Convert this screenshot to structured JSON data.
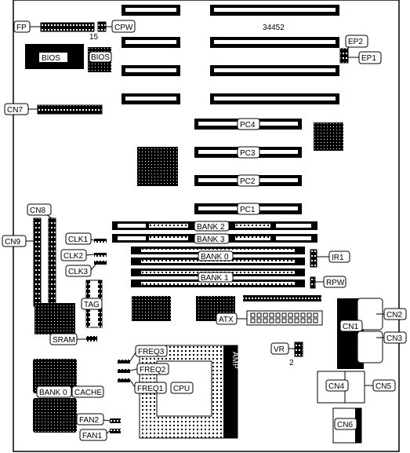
{
  "board": {
    "model": "34452",
    "bios_chip": "BIOS",
    "bios_socket": "BIOS",
    "pin_15": "15",
    "pin_2": "2",
    "cpu_socket_brand": "AMP"
  },
  "labels": {
    "FP": "FP",
    "CPW": "CPW",
    "EP2": "EP2",
    "EP1": "EP1",
    "CN7": "CN7",
    "CN8": "CN8",
    "CN9": "CN9",
    "PC1": "PC1",
    "PC2": "PC2",
    "PC3": "PC3",
    "PC4": "PC4",
    "BANK2": "BANK 2",
    "BANK3": "BANK 3",
    "BANK0_DIMM": "BANK 0",
    "BANK1": "BANK 1",
    "CLK1": "CLK1",
    "CLK2": "CLK2",
    "CLK3": "CLK3",
    "IR1": "IR1",
    "TAG": "TAG",
    "RPW": "RPW",
    "ATX": "ATX",
    "SRAM": "SRAM",
    "CN1": "CN1",
    "CN2": "CN2",
    "CN3": "CN3",
    "VR": "VR",
    "FREQ3": "FREQ3",
    "FREQ2": "FREQ2",
    "FREQ1": "FREQ1",
    "CPU": "CPU",
    "BANK0_CACHE": "BANK 0",
    "CACHE": "CACHE",
    "CN4": "CN4",
    "CN5": "CN5",
    "FAN2": "FAN2",
    "FAN1": "FAN1",
    "CN6": "CN6"
  }
}
